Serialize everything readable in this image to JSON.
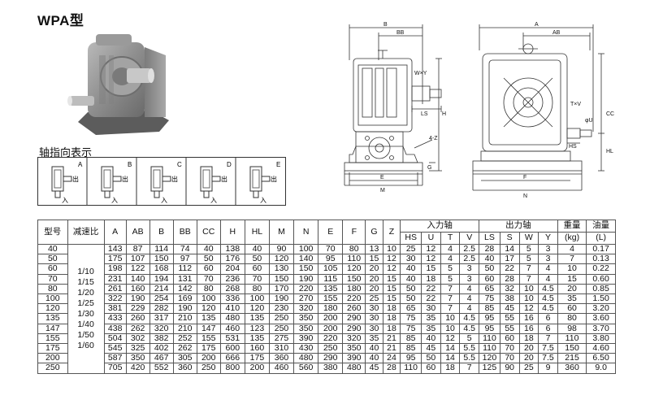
{
  "title": "WPA型",
  "axis_title": "轴指向表示",
  "axis_options": [
    {
      "letter": "A",
      "out": "出",
      "in": "入"
    },
    {
      "letter": "B",
      "out": "出",
      "in": "入"
    },
    {
      "letter": "C",
      "out": "出",
      "in": "入"
    },
    {
      "letter": "D",
      "out": "出",
      "in": "入"
    },
    {
      "letter": "E",
      "out": "出",
      "in": "入"
    }
  ],
  "drawing_labels": {
    "left": {
      "B": "B",
      "BB": "BB",
      "WxY": "W×Y",
      "LS": "LS",
      "H": "H",
      "G": "G",
      "fourZ": "4-Z",
      "E": "E",
      "M": "M"
    },
    "right": {
      "A": "A",
      "AB": "AB",
      "CC": "CC",
      "TxV": "T×V",
      "phiU": "φU",
      "HS": "HS",
      "HL": "HL",
      "F": "F",
      "N": "N"
    }
  },
  "table": {
    "headers": {
      "model": "型号",
      "ratio": "减速比",
      "A": "A",
      "AB": "AB",
      "B": "B",
      "BB": "BB",
      "CC": "CC",
      "H": "H",
      "HL": "HL",
      "M": "M",
      "N": "N",
      "E": "E",
      "F": "F",
      "G": "G",
      "Z": "Z",
      "input_shaft": "入力轴",
      "output_shaft": "出力轴",
      "weight": "重量",
      "weight_unit": "(kg)",
      "oil": "油量",
      "oil_unit": "(L)",
      "in_sub": [
        "HS",
        "U",
        "T",
        "V"
      ],
      "out_sub": [
        "LS",
        "S",
        "W",
        "Y"
      ]
    },
    "ratios": [
      "1/10",
      "1/15",
      "1/20",
      "1/25",
      "1/30",
      "1/40",
      "1/50",
      "1/60"
    ],
    "rows": [
      [
        "40",
        "143",
        "87",
        "114",
        "74",
        "40",
        "138",
        "40",
        "90",
        "100",
        "70",
        "80",
        "13",
        "10",
        "25",
        "12",
        "4",
        "2.5",
        "28",
        "14",
        "5",
        "3",
        "4",
        "0.17"
      ],
      [
        "50",
        "175",
        "107",
        "150",
        "97",
        "50",
        "176",
        "50",
        "120",
        "140",
        "95",
        "110",
        "15",
        "12",
        "30",
        "12",
        "4",
        "2.5",
        "40",
        "17",
        "5",
        "3",
        "7",
        "0.13"
      ],
      [
        "60",
        "198",
        "122",
        "168",
        "112",
        "60",
        "204",
        "60",
        "130",
        "150",
        "105",
        "120",
        "20",
        "12",
        "40",
        "15",
        "5",
        "3",
        "50",
        "22",
        "7",
        "4",
        "10",
        "0.22"
      ],
      [
        "70",
        "231",
        "140",
        "194",
        "131",
        "70",
        "236",
        "70",
        "150",
        "190",
        "115",
        "150",
        "20",
        "15",
        "40",
        "18",
        "5",
        "3",
        "60",
        "28",
        "7",
        "4",
        "15",
        "0.60"
      ],
      [
        "80",
        "261",
        "160",
        "214",
        "142",
        "80",
        "268",
        "80",
        "170",
        "220",
        "135",
        "180",
        "20",
        "15",
        "50",
        "22",
        "7",
        "4",
        "65",
        "32",
        "10",
        "4.5",
        "20",
        "0.85"
      ],
      [
        "100",
        "322",
        "190",
        "254",
        "169",
        "100",
        "336",
        "100",
        "190",
        "270",
        "155",
        "220",
        "25",
        "15",
        "50",
        "22",
        "7",
        "4",
        "75",
        "38",
        "10",
        "4.5",
        "35",
        "1.50"
      ],
      [
        "120",
        "381",
        "229",
        "282",
        "190",
        "120",
        "410",
        "120",
        "230",
        "320",
        "180",
        "260",
        "30",
        "18",
        "65",
        "30",
        "7",
        "4",
        "85",
        "45",
        "12",
        "4.5",
        "60",
        "3.20"
      ],
      [
        "135",
        "433",
        "260",
        "317",
        "210",
        "135",
        "480",
        "135",
        "250",
        "350",
        "200",
        "290",
        "30",
        "18",
        "75",
        "35",
        "10",
        "4.5",
        "95",
        "55",
        "16",
        "6",
        "80",
        "3.60"
      ],
      [
        "147",
        "438",
        "262",
        "320",
        "210",
        "147",
        "460",
        "123",
        "250",
        "350",
        "200",
        "290",
        "30",
        "18",
        "75",
        "35",
        "10",
        "4.5",
        "95",
        "55",
        "16",
        "6",
        "98",
        "3.70"
      ],
      [
        "155",
        "504",
        "302",
        "382",
        "252",
        "155",
        "531",
        "135",
        "275",
        "390",
        "220",
        "320",
        "35",
        "21",
        "85",
        "40",
        "12",
        "5",
        "110",
        "60",
        "18",
        "7",
        "110",
        "3.80"
      ],
      [
        "175",
        "545",
        "325",
        "402",
        "262",
        "175",
        "600",
        "160",
        "310",
        "430",
        "250",
        "350",
        "40",
        "21",
        "85",
        "45",
        "14",
        "5.5",
        "110",
        "70",
        "20",
        "7.5",
        "150",
        "4.60"
      ],
      [
        "200",
        "587",
        "350",
        "467",
        "305",
        "200",
        "666",
        "175",
        "360",
        "480",
        "290",
        "390",
        "40",
        "24",
        "95",
        "50",
        "14",
        "5.5",
        "120",
        "70",
        "20",
        "7.5",
        "215",
        "6.50"
      ],
      [
        "250",
        "705",
        "420",
        "552",
        "360",
        "250",
        "800",
        "200",
        "460",
        "560",
        "380",
        "480",
        "45",
        "28",
        "110",
        "60",
        "18",
        "7",
        "125",
        "90",
        "25",
        "9",
        "360",
        "9.0"
      ]
    ]
  }
}
